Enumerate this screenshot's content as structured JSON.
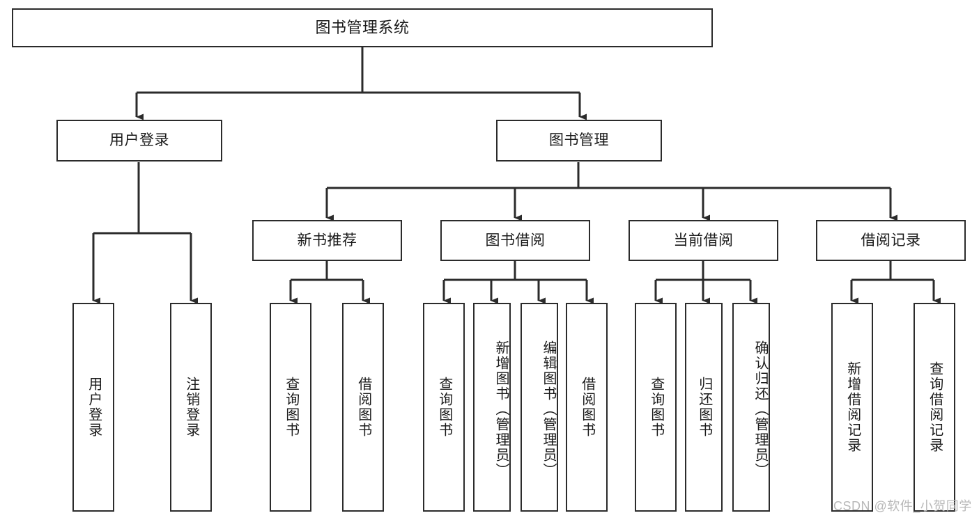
{
  "diagram": {
    "type": "hierarchy-tree",
    "title": "图书管理系统",
    "orientation": "top-down",
    "levels": 4,
    "root": {
      "id": "root",
      "label": "图书管理系统"
    },
    "level2": [
      {
        "id": "user-login",
        "label": "用户登录"
      },
      {
        "id": "book-management",
        "label": "图书管理"
      }
    ],
    "level3": [
      {
        "id": "new-book-recommend",
        "label": "新书推荐",
        "parent": "book-management"
      },
      {
        "id": "book-borrow",
        "label": "图书借阅",
        "parent": "book-management"
      },
      {
        "id": "current-borrow",
        "label": "当前借阅",
        "parent": "book-management"
      },
      {
        "id": "borrow-record",
        "label": "借阅记录",
        "parent": "book-management"
      }
    ],
    "leaves": [
      {
        "id": "leaf-user-login",
        "label": "用户登录",
        "parent": "user-login"
      },
      {
        "id": "leaf-logout-login",
        "label": "注销登录",
        "parent": "user-login"
      },
      {
        "id": "leaf-query-book-1",
        "label": "查询图书",
        "parent": "new-book-recommend"
      },
      {
        "id": "leaf-borrow-book-1",
        "label": "借阅图书",
        "parent": "new-book-recommend"
      },
      {
        "id": "leaf-query-book-2",
        "label": "查询图书",
        "parent": "book-borrow"
      },
      {
        "id": "leaf-add-book",
        "label": "新增图书（管理员）",
        "parent": "book-borrow"
      },
      {
        "id": "leaf-edit-book",
        "label": "编辑图书（管理员）",
        "parent": "book-borrow"
      },
      {
        "id": "leaf-borrow-book-2",
        "label": "借阅图书",
        "parent": "book-borrow"
      },
      {
        "id": "leaf-query-book-3",
        "label": "查询图书",
        "parent": "current-borrow"
      },
      {
        "id": "leaf-return-book",
        "label": "归还图书",
        "parent": "current-borrow"
      },
      {
        "id": "leaf-confirm-return",
        "label": "确认归还（管理员）",
        "parent": "current-borrow"
      },
      {
        "id": "leaf-add-record",
        "label": "新增借阅记录",
        "parent": "borrow-record"
      },
      {
        "id": "leaf-query-record",
        "label": "查询借阅记录",
        "parent": "borrow-record"
      }
    ],
    "colors": {
      "box_border": "#2b2b2b",
      "box_fill": "#ffffff",
      "connector": "#2b2b2b",
      "text": "#1a1a1a",
      "watermark": "#b8b8b8",
      "background": "#ffffff"
    }
  },
  "watermark": {
    "text": "CSDN @软件_小贺同学"
  }
}
